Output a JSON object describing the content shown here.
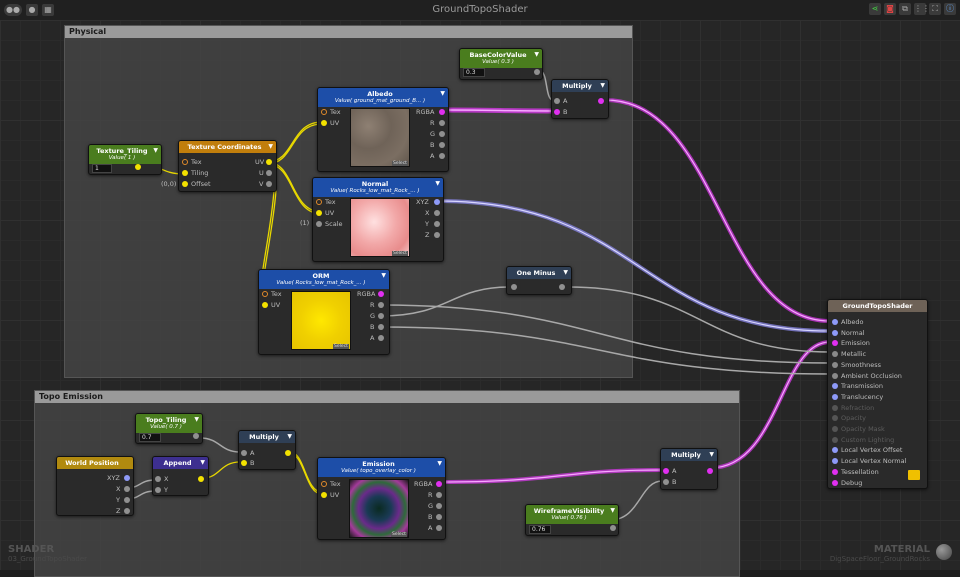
{
  "window": {
    "title": "GroundTopoShader"
  },
  "groups": {
    "physical": "Physical",
    "topo": "Topo Emission"
  },
  "nodes": {
    "basecolor": {
      "title": "BaseColorValue",
      "sub": "Value( 0.3 )",
      "field": "0.3"
    },
    "multiply1": {
      "title": "Multiply",
      "a": "A",
      "b": "B"
    },
    "albedo": {
      "title": "Albedo",
      "sub": "Value( ground_mat_ground_B... )",
      "tex": "Tex",
      "uv": "UV",
      "rgba": "RGBA",
      "r": "R",
      "g": "G",
      "b": "B",
      "a": "A",
      "select": "Select"
    },
    "texture_tiling": {
      "title": "Texture_Tiling",
      "sub": "Value( 1 )",
      "field": "1"
    },
    "texcoords": {
      "title": "Texture Coordinates",
      "tex": "Tex",
      "tiling": "Tiling",
      "offset": "Offset",
      "uv": "UV",
      "u": "U",
      "v": "V",
      "offset_val": "(0,0)"
    },
    "normal": {
      "title": "Normal",
      "sub": "Value( Rocks_low_mat_Rock_... )",
      "tex": "Tex",
      "uv": "UV",
      "scale": "Scale",
      "scale_val": "(1)",
      "xyz": "XYZ",
      "x": "X",
      "y": "Y",
      "z": "Z",
      "select": "Select"
    },
    "oneminus": {
      "title": "One Minus"
    },
    "orm": {
      "title": "ORM",
      "sub": "Value( Rocks_low_mat_Rock_... )",
      "tex": "Tex",
      "uv": "UV",
      "rgba": "RGBA",
      "r": "R",
      "g": "G",
      "b": "B",
      "a": "A",
      "select": "Select"
    },
    "output": {
      "title": "GroundTopoShader",
      "inputs": [
        "Albedo",
        "Normal",
        "Emission",
        "Metallic",
        "Smoothness",
        "Ambient Occlusion",
        "Transmission",
        "Translucency",
        "Refraction",
        "Opacity",
        "Opacity Mask",
        "Custom Lighting",
        "Local Vertex Offset",
        "Local Vertex Normal",
        "Tessellation",
        "Debug"
      ]
    },
    "topo_tiling": {
      "title": "Topo_Tiling",
      "sub": "Value( 0.7 )",
      "field": "0.7"
    },
    "multiply2": {
      "title": "Multiply",
      "a": "A",
      "b": "B"
    },
    "worldpos": {
      "title": "World Position",
      "xyz": "XYZ",
      "x": "X",
      "y": "Y",
      "z": "Z"
    },
    "append": {
      "title": "Append",
      "x": "X",
      "y": "Y"
    },
    "emission": {
      "title": "Emission",
      "sub": "Value( topo_overlay_color )",
      "tex": "Tex",
      "uv": "UV",
      "rgba": "RGBA",
      "r": "R",
      "g": "G",
      "b": "B",
      "a": "A",
      "select": "Select"
    },
    "multiply3": {
      "title": "Multiply",
      "a": "A",
      "b": "B"
    },
    "wireframe": {
      "title": "WireframeVisibility",
      "sub": "Value( 0.76 )",
      "field": "0.76"
    }
  },
  "footer": {
    "left_label": "SHADER",
    "left_sub": "03_GroundTopoShader",
    "right_label": "MATERIAL",
    "right_sub": "DigSpaceFloor_GroundRocks"
  },
  "colors": {
    "wire_magenta": "#d438e6",
    "wire_purple": "#8b88e8",
    "wire_yellow": "#e8d800",
    "wire_grey": "#a8a8a8"
  },
  "icons": [
    "share-icon",
    "camera-icon",
    "frame-icon",
    "dots-icon",
    "fit-icon",
    "info-icon",
    "toggle-icon",
    "save-icon"
  ]
}
